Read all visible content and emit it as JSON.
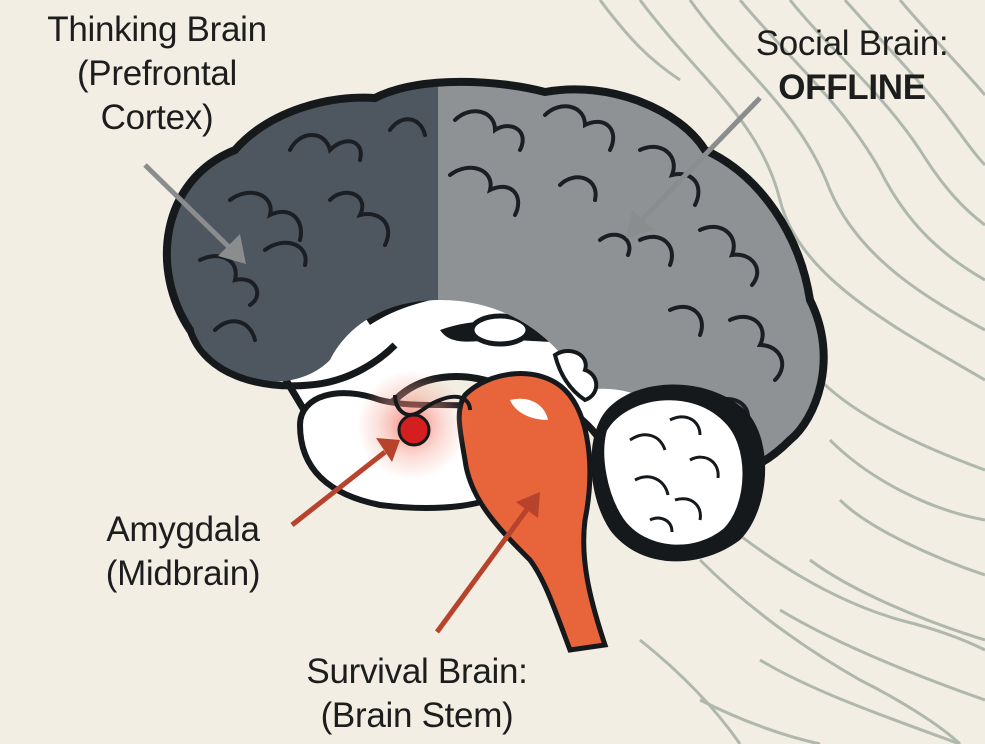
{
  "labels": {
    "thinking": {
      "line1": "Thinking Brain",
      "line2": "(Prefrontal",
      "line3": "Cortex)"
    },
    "social": {
      "line1": "Social Brain:",
      "line2": "OFFLINE"
    },
    "amygdala": {
      "line1": "Amygdala",
      "line2": "(Midbrain)"
    },
    "survival": {
      "line1": "Survival Brain:",
      "line2": "(Brain Stem)"
    }
  },
  "colors": {
    "background": "#f2eee3",
    "prefrontal_cortex": "#4e5660",
    "social_cortex": "#8f9295",
    "brain_stem": "#e8643a",
    "amygdala": "#d31f1f",
    "cerebellum": "#ffffff",
    "outline": "#16191c",
    "gray_arrow": "#8a8c8e",
    "red_arrow": "#b8432c",
    "contour_lines": "#9aa59a"
  }
}
